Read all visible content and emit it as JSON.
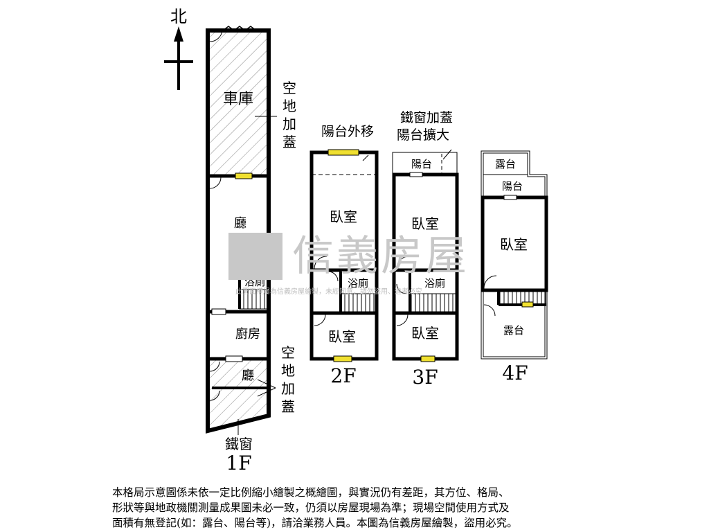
{
  "north_label": "北",
  "watermark": {
    "brand": "信義房屋",
    "tagline": "此圖面權屬為信義房屋繪製，未經同意，請勿盜用、違者必究"
  },
  "floors": {
    "f1": {
      "floor_label": "1F",
      "garage": "車庫",
      "annex_top": [
        "空",
        "地",
        "加",
        "蓋"
      ],
      "living": "廳",
      "bath": "浴廁",
      "kitchen": "廚房",
      "rear_hall": "廳",
      "annex_bottom": [
        "空",
        "地",
        "加",
        "蓋"
      ],
      "iron_window": "鐵窗"
    },
    "f2": {
      "floor_label": "2F",
      "balcony_note": "陽台外移",
      "bedroom_top": "臥室",
      "bath": "浴廁",
      "bedroom_bottom": "臥室"
    },
    "f3": {
      "floor_label": "3F",
      "note_line1": "鐵窗加蓋",
      "note_line2": "陽台擴大",
      "balcony": "陽台",
      "bedroom_top": "臥室",
      "bath": "浴廁",
      "bedroom_bottom": "臥室"
    },
    "f4": {
      "floor_label": "4F",
      "terrace_top": "露台",
      "balcony": "陽台",
      "bedroom": "臥室",
      "terrace_bottom": "露台"
    }
  },
  "disclaimer": [
    "本格局示意圖係未依一定比例縮小繪製之概繪圖，與實況仍有差距，其方位、格局、",
    "形狀等與地政機關測量成果圖未必一致，仍須以房屋現場為準；現場空間使用方式及",
    "面積有無登記(如：露台、陽台等)，請洽業務人員。本圖為信義房屋繪製，盜用必究。"
  ]
}
